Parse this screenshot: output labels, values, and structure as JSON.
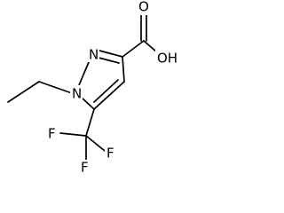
{
  "molecule": {
    "atoms": {
      "n_ring": "N",
      "n_ethyl": "N",
      "oh": "OH",
      "o_carbonyl": "O",
      "f_left": "F",
      "f_bottom": "F",
      "f_right": "F"
    }
  }
}
